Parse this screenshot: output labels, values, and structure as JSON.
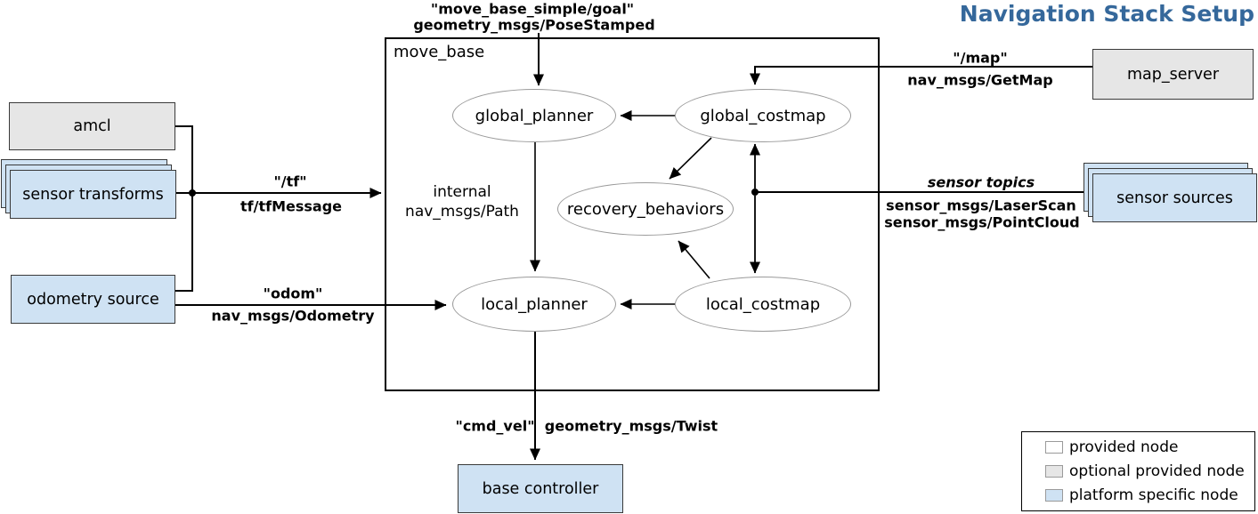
{
  "title": "Navigation Stack Setup",
  "move_base": {
    "label": "move_base"
  },
  "planners": {
    "global_planner": "global_planner",
    "global_costmap": "global_costmap",
    "recovery_behaviors": "recovery_behaviors",
    "local_planner": "local_planner",
    "local_costmap": "local_costmap",
    "internal_line1": "internal",
    "internal_line2": "nav_msgs/Path"
  },
  "nodes": {
    "amcl": "amcl",
    "sensor_transforms": "sensor transforms",
    "odometry_source": "odometry source",
    "map_server": "map_server",
    "sensor_sources": "sensor sources",
    "base_controller": "base controller"
  },
  "topics": {
    "goal": {
      "name": "\"move_base_simple/goal\"",
      "type": "geometry_msgs/PoseStamped"
    },
    "tf": {
      "name": "\"/tf\"",
      "type": "tf/tfMessage"
    },
    "odom": {
      "name": "\"odom\"",
      "type": "nav_msgs/Odometry"
    },
    "map": {
      "name": "\"/map\"",
      "type": "nav_msgs/GetMap"
    },
    "sensor": {
      "name": "sensor topics",
      "type1": "sensor_msgs/LaserScan",
      "type2": "sensor_msgs/PointCloud"
    },
    "cmd_vel": {
      "name": "\"cmd_vel\"",
      "type": "geometry_msgs/Twist"
    }
  },
  "legend": {
    "items": [
      {
        "label": "provided node",
        "color": "#ffffff"
      },
      {
        "label": "optional provided node",
        "color": "#e6e6e6"
      },
      {
        "label": "platform specific node",
        "color": "#cfe2f3"
      }
    ]
  },
  "colors": {
    "title": "#35689b",
    "provided_node": "#ffffff",
    "optional_node": "#e6e6e6",
    "platform_node": "#cfe2f3"
  }
}
